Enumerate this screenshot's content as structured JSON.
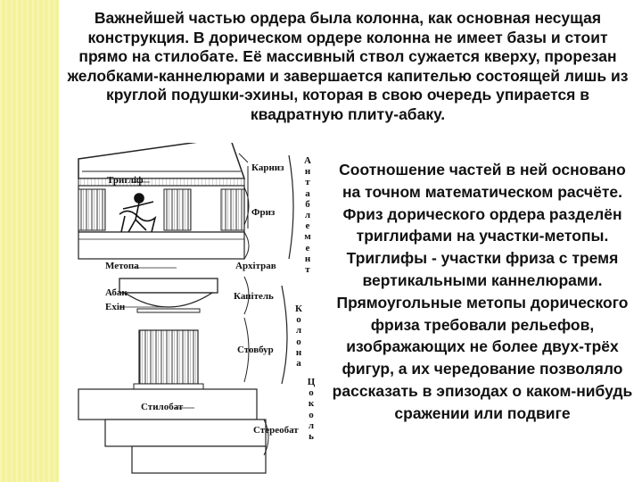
{
  "slide": {
    "intro_text": "Важнейшей частью ордера была колонна, как основная несущая конструкция. В дорическом ордере колонна не имеет базы и стоит прямо на стилобате. Её массивный ствол сужается кверху, прорезан желобками-каннелюрами и завершается капителью состоящей лишь из круглой подушки-эхины, которая в свою очередь упирается в квадратную плиту-абаку.",
    "side_text": "Соотношение частей в ней основано на точном математическом расчёте. Фриз дорического ордера разделён триглифами на участки-метопы. Триглифы - участки фриза с тремя вертикальными каннелюрами. Прямоугольные метопы дорического фриза требовали рельефов, изображающих не более двух-трёх фигур, а их чередование позволяло рассказать в эпизодах о каком-нибудь сражении или подвиге"
  },
  "diagram": {
    "labels_left": {
      "triglyph": "Тригліф",
      "metope": "Метопа",
      "abacus": "Абак",
      "echinus": "Ехін",
      "stylobate": "Стилобат"
    },
    "labels_right": {
      "cornice": "Карниз",
      "frieze": "Фриз",
      "architrave": "Архітрав",
      "capital": "Капітель",
      "shaft": "Стовбур",
      "stereobate": "Стереобат"
    },
    "vertical_labels": {
      "entablature": "Антаблемент",
      "column": "Колона",
      "base": "Цоколь"
    }
  }
}
